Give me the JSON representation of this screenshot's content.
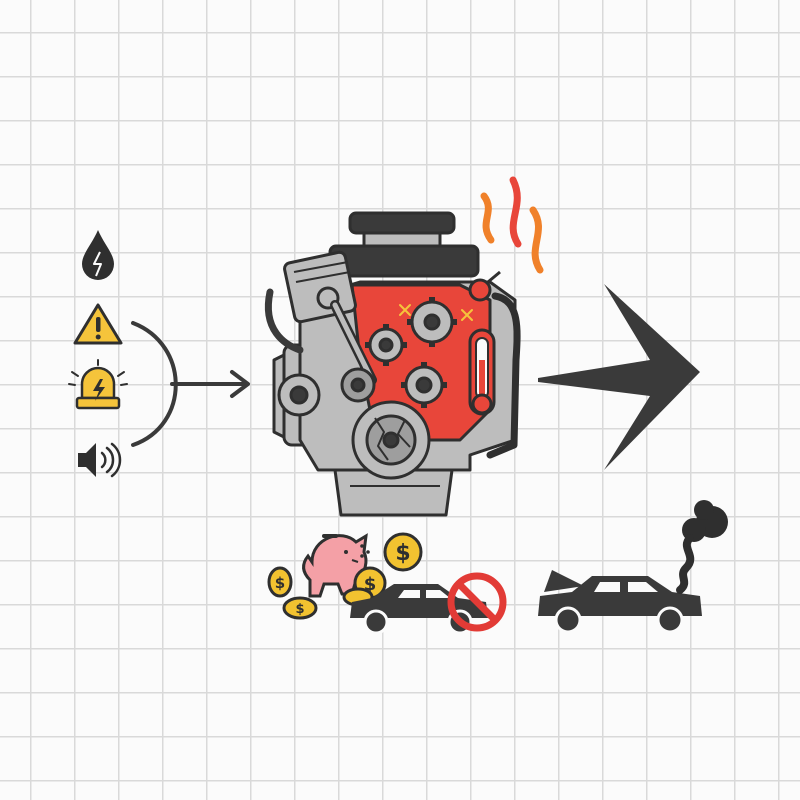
{
  "diagram": {
    "colors": {
      "background": "#fbfbfb",
      "grid": "#d9d9d9",
      "ink": "#2f2f2f",
      "dark_gray": "#3a3a3a",
      "engine_gray": "#bdbdbd",
      "engine_red": "#e8463a",
      "warning_yellow": "#f5c43b",
      "flame_orange": "#f0812a",
      "coin_gold": "#f2c230",
      "piggy_pink": "#f4a0a6",
      "prohibit_red": "#e23b36"
    },
    "warning_signs": [
      "oil-drop-icon",
      "warning-triangle-icon",
      "dashboard-warning-light-icon",
      "speaker-noise-icon"
    ],
    "center": "overheating-damaged-engine",
    "consequences": [
      "repair-cost-savings-loss",
      "car-unusable",
      "car-breakdown-smoke"
    ]
  }
}
